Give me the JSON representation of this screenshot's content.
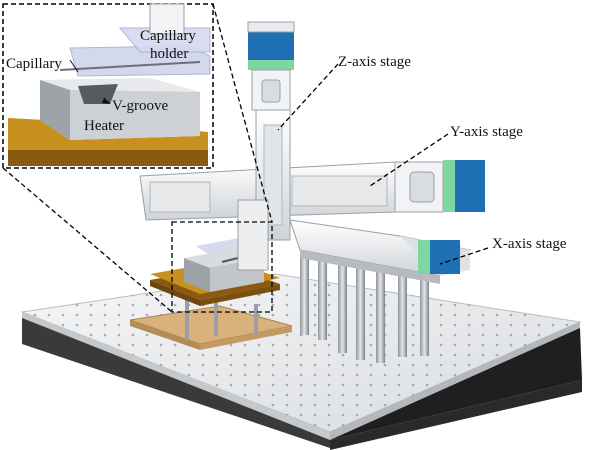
{
  "labels": {
    "capillary_holder_line1": "Capillary",
    "capillary_holder_line2": "holder",
    "capillary": "Capillary",
    "v_groove": "V-groove",
    "heater": "Heater",
    "z_axis": "Z-axis stage",
    "y_axis": "Y-axis stage",
    "x_axis": "X-axis stage"
  },
  "colors": {
    "optical_table_top": "#e9eaec",
    "optical_table_base": "#2b2b2b",
    "heater_body": "#b5b8ba",
    "heater_base_brown": "#8a5a12",
    "heater_plate_gold": "#c8901f",
    "cork_plate": "#d8b27a",
    "stage_body": "#eef0f2",
    "motor_blue": "#1f6fb4",
    "motor_green": "#7ed6a0",
    "capillary_holder": "#cfd4ea"
  }
}
